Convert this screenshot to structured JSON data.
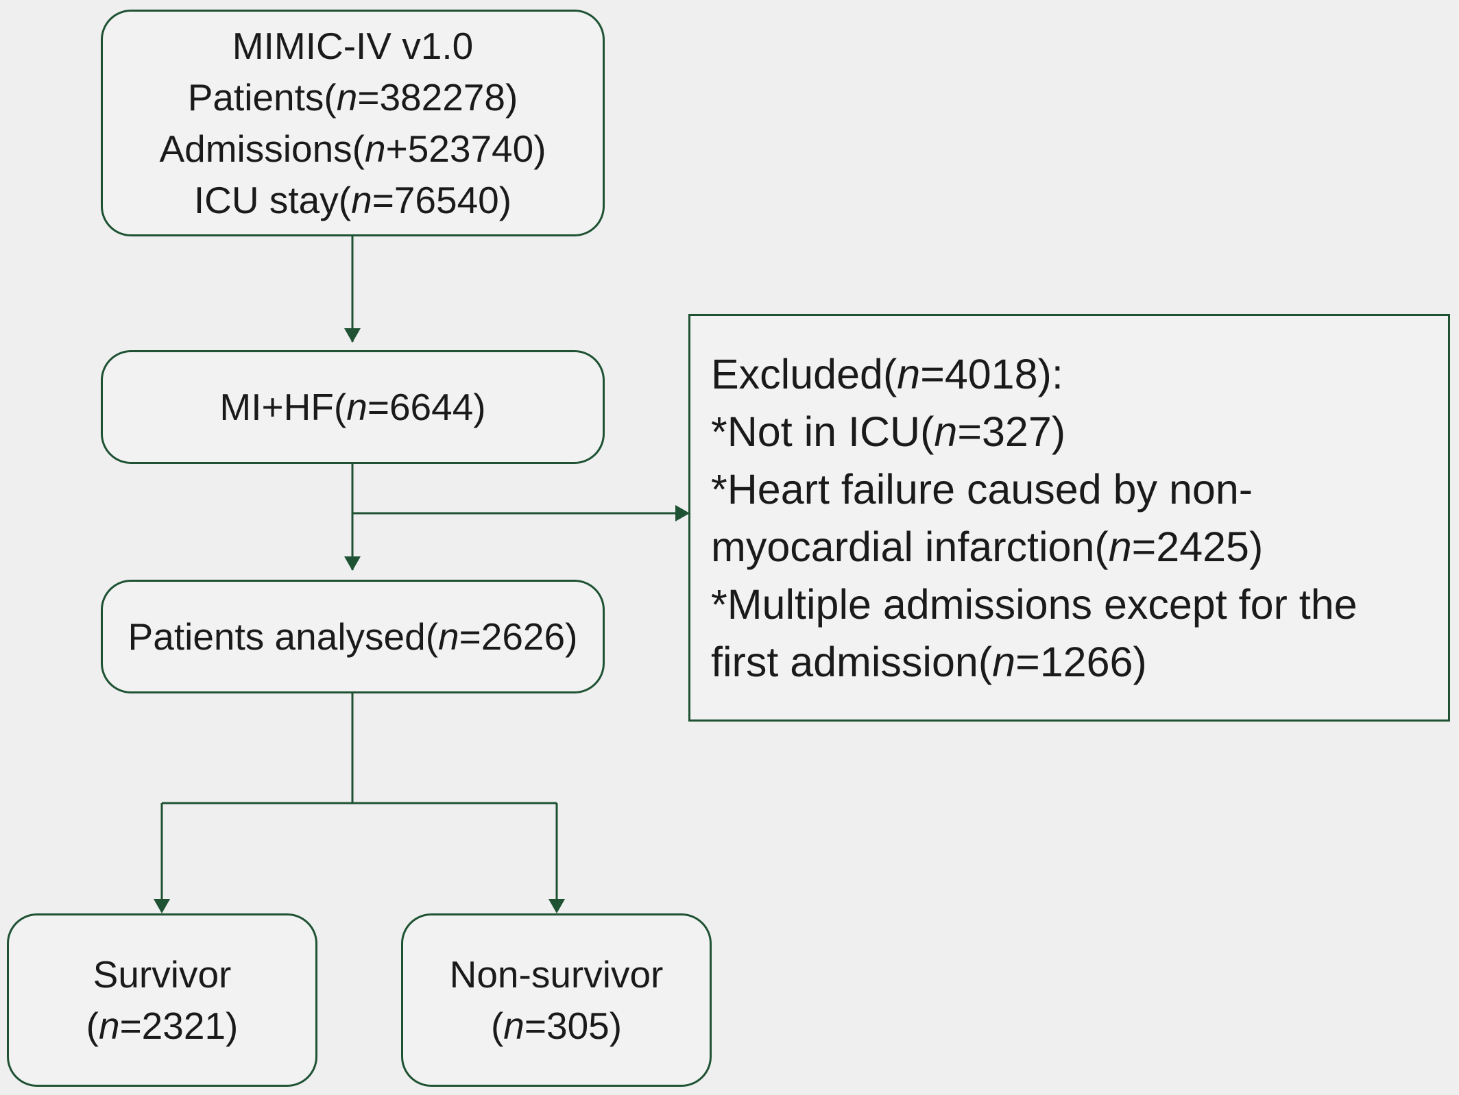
{
  "diagram": {
    "colors": {
      "line": "#1e5233",
      "background": "#efefef",
      "box_fill": "#f2f2f2"
    },
    "source": {
      "line1": "MIMIC-IV v1.0",
      "line2": {
        "pre": "Patients(",
        "n": "n",
        "post": "=382278)"
      },
      "line3": {
        "pre": "Admissions(",
        "n": "n",
        "post": "+523740)"
      },
      "line4": {
        "pre": "ICU stay(",
        "n": "n",
        "post": "=76540)"
      }
    },
    "mihf": {
      "pre": "MI+HF(",
      "n": "n",
      "post": "=6644)"
    },
    "excluded": {
      "line1": {
        "pre": "Excluded(",
        "n": "n",
        "post": "=4018):"
      },
      "line2": {
        "pre": "*Not in ICU(",
        "n": "n",
        "post": "=327)"
      },
      "line3": "*Heart failure caused by non-",
      "line4": {
        "pre": "myocardial infarction(",
        "n": "n",
        "post": "=2425)"
      },
      "line5": "*Multiple admissions except for the",
      "line6": {
        "pre": "first admission(",
        "n": "n",
        "post": "=1266)"
      }
    },
    "analysed": {
      "pre": "Patients analysed(",
      "n": "n",
      "post": "=2626)"
    },
    "survivor": {
      "label": "Survivor",
      "count": {
        "pre": "(",
        "n": "n",
        "post": "=2321)"
      }
    },
    "nonsurvivor": {
      "label": "Non-survivor",
      "count": {
        "pre": "(",
        "n": "n",
        "post": "=305)"
      }
    }
  }
}
